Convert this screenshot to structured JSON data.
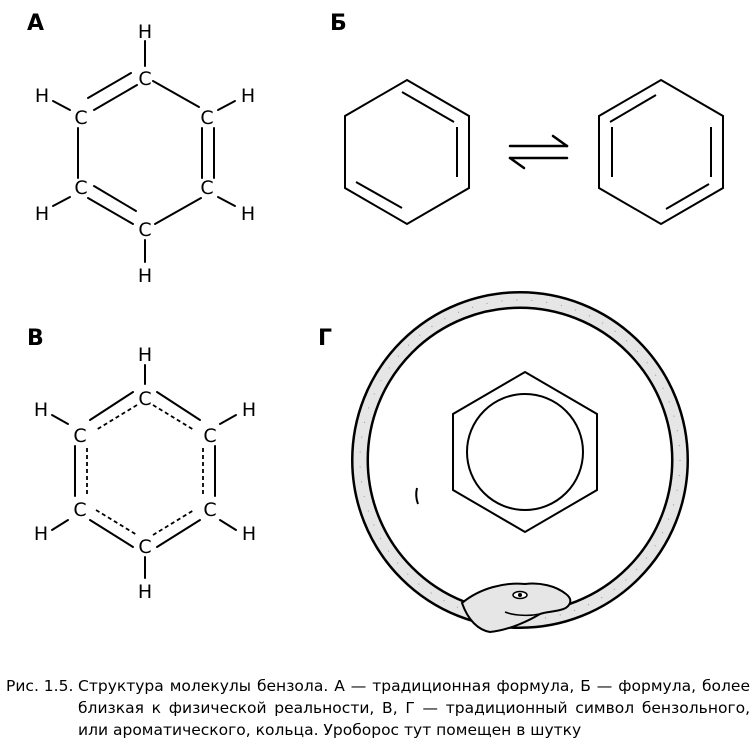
{
  "panels": {
    "a": {
      "label": "А"
    },
    "b": {
      "label": "Б"
    },
    "v": {
      "label": "В"
    },
    "g": {
      "label": "Г"
    }
  },
  "atoms": {
    "carbon": "C",
    "hydrogen": "H"
  },
  "caption": {
    "number": "Рис. 1.5.",
    "text": "Структура молекулы бензола. А — традиционная формула, Б — формула, более близкая к физической реальности, В, Г — традиционный символ бензольного, или ароматического, кольца. Уроборос тут помещен в шутку"
  },
  "colors": {
    "ink": "#000000",
    "serpent_fill": "#e6e6e6",
    "paper": "#ffffff"
  }
}
